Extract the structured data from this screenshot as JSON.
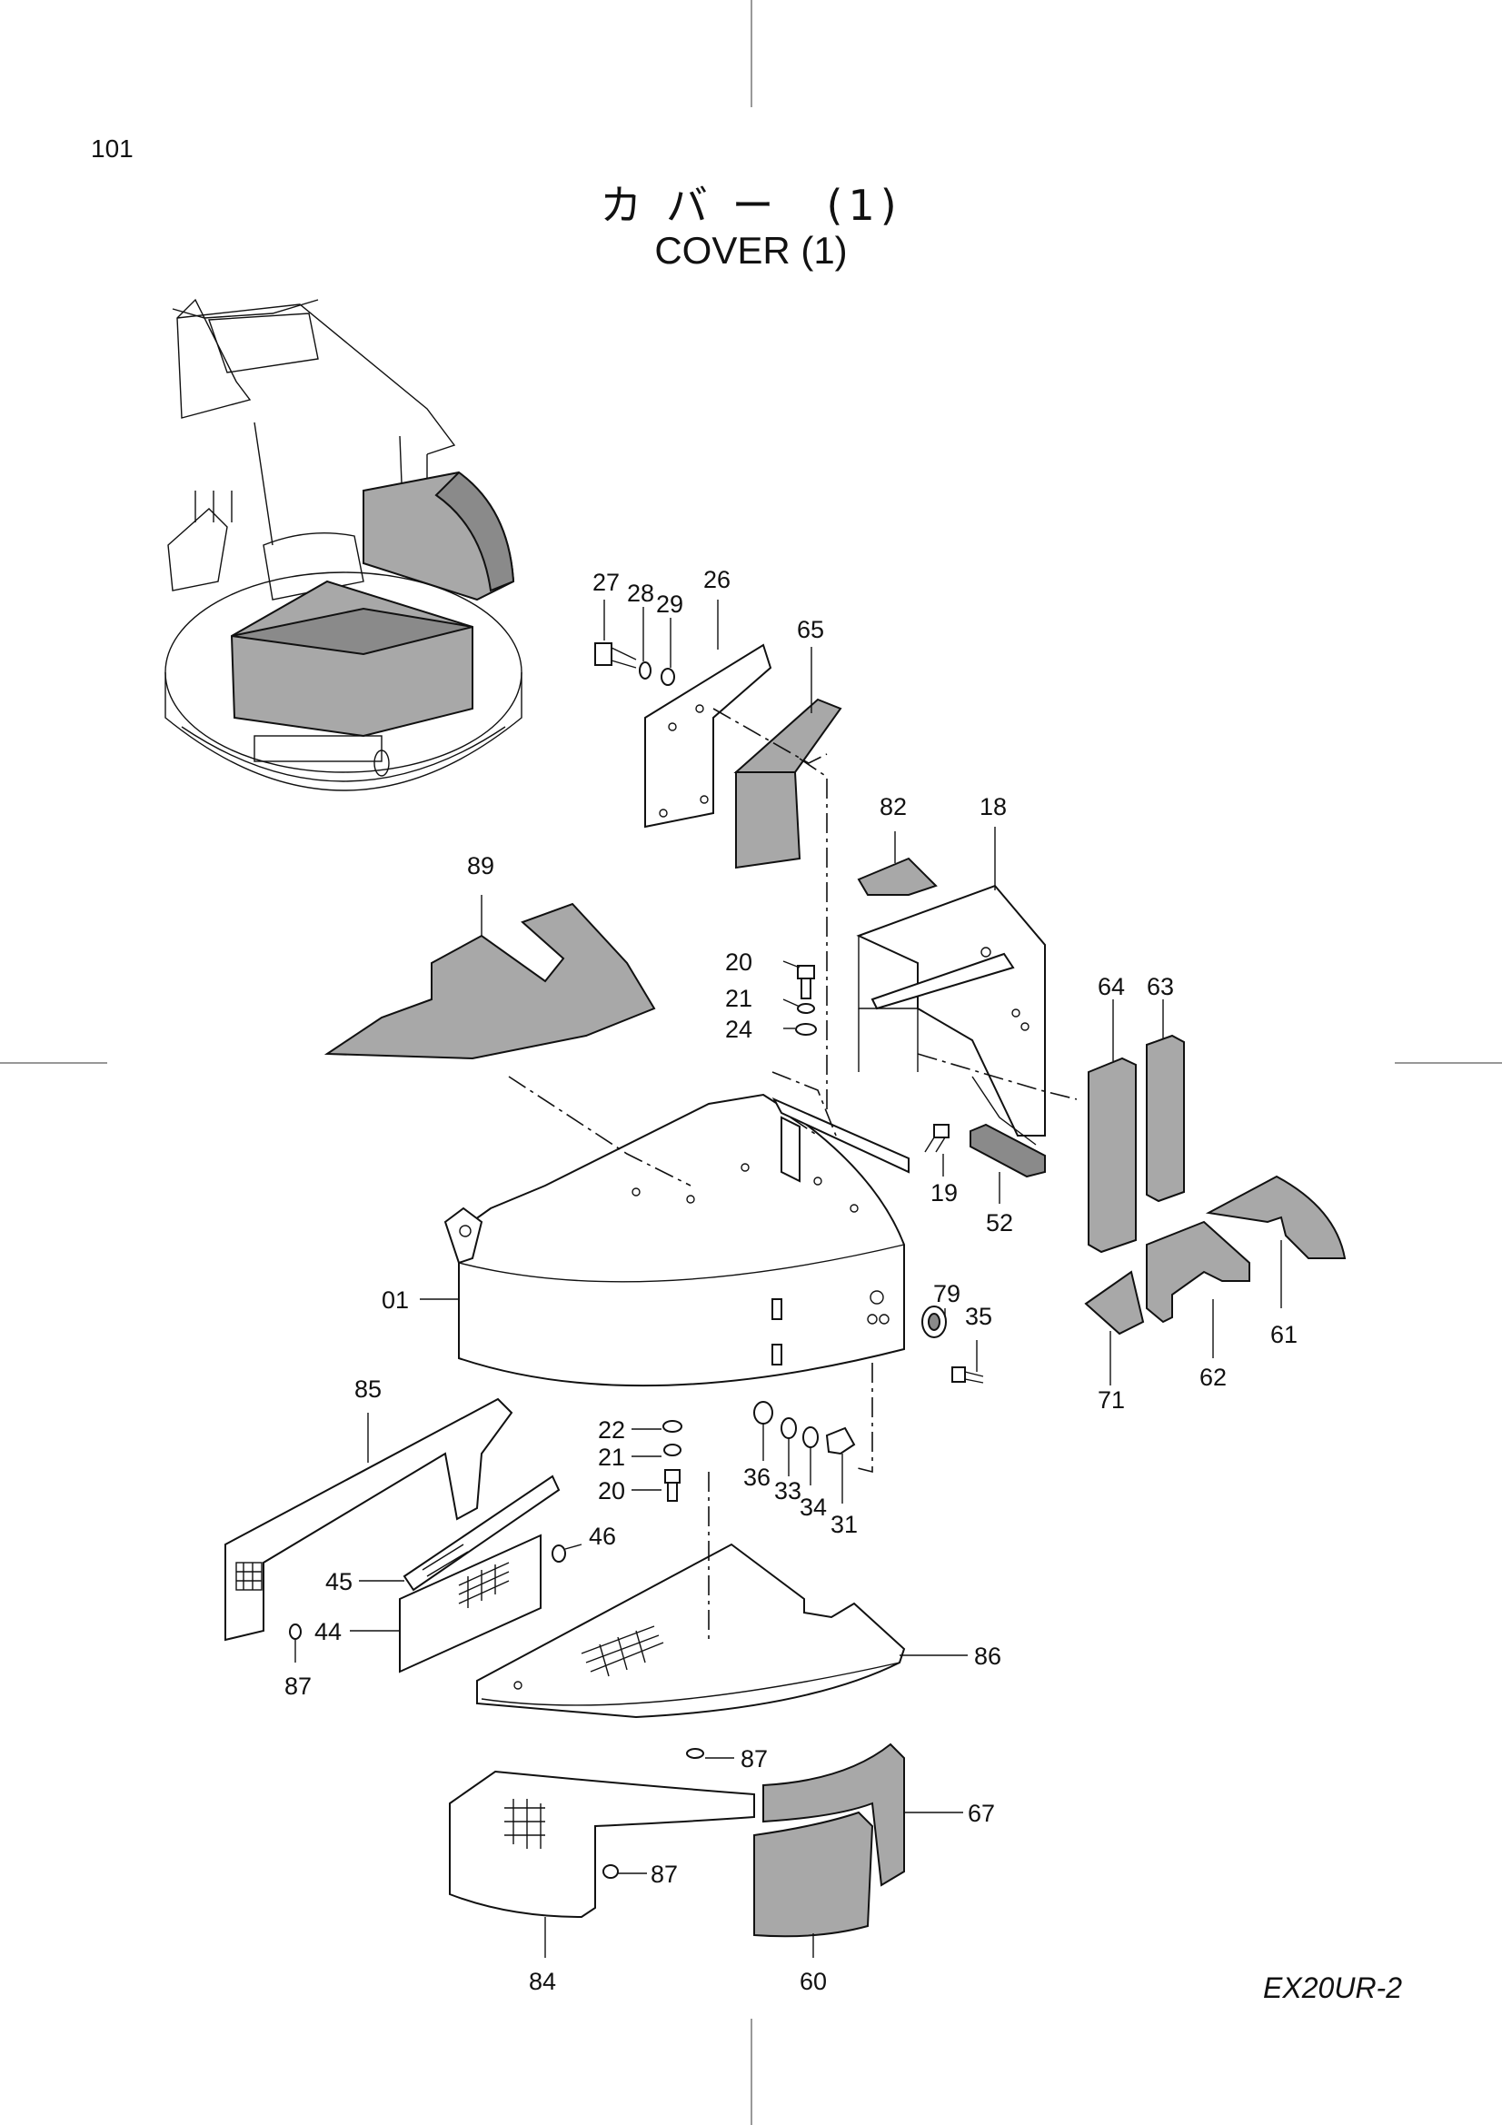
{
  "page_number": "101",
  "title_jp": "カ バ ー　(1)",
  "title_en": "COVER (1)",
  "model": "EX20UR-2",
  "callouts": [
    {
      "id": "c27",
      "label": "27"
    },
    {
      "id": "c28",
      "label": "28"
    },
    {
      "id": "c29",
      "label": "29"
    },
    {
      "id": "c26",
      "label": "26"
    },
    {
      "id": "c65",
      "label": "65"
    },
    {
      "id": "c82",
      "label": "82"
    },
    {
      "id": "c18",
      "label": "18"
    },
    {
      "id": "c89",
      "label": "89"
    },
    {
      "id": "c20a",
      "label": "20"
    },
    {
      "id": "c21a",
      "label": "21"
    },
    {
      "id": "c24",
      "label": "24"
    },
    {
      "id": "c64",
      "label": "64"
    },
    {
      "id": "c63",
      "label": "63"
    },
    {
      "id": "c19",
      "label": "19"
    },
    {
      "id": "c52",
      "label": "52"
    },
    {
      "id": "c01",
      "label": "01"
    },
    {
      "id": "c79",
      "label": "79"
    },
    {
      "id": "c35",
      "label": "35"
    },
    {
      "id": "c61",
      "label": "61"
    },
    {
      "id": "c62",
      "label": "62"
    },
    {
      "id": "c71",
      "label": "71"
    },
    {
      "id": "c85",
      "label": "85"
    },
    {
      "id": "c22",
      "label": "22"
    },
    {
      "id": "c21b",
      "label": "21"
    },
    {
      "id": "c20b",
      "label": "20"
    },
    {
      "id": "c36",
      "label": "36"
    },
    {
      "id": "c33",
      "label": "33"
    },
    {
      "id": "c34",
      "label": "34"
    },
    {
      "id": "c31",
      "label": "31"
    },
    {
      "id": "c45",
      "label": "45"
    },
    {
      "id": "c46",
      "label": "46"
    },
    {
      "id": "c44",
      "label": "44"
    },
    {
      "id": "c87a",
      "label": "87"
    },
    {
      "id": "c86",
      "label": "86"
    },
    {
      "id": "c87b",
      "label": "87"
    },
    {
      "id": "c67",
      "label": "67"
    },
    {
      "id": "c87c",
      "label": "87"
    },
    {
      "id": "c84",
      "label": "84"
    },
    {
      "id": "c60",
      "label": "60"
    }
  ]
}
